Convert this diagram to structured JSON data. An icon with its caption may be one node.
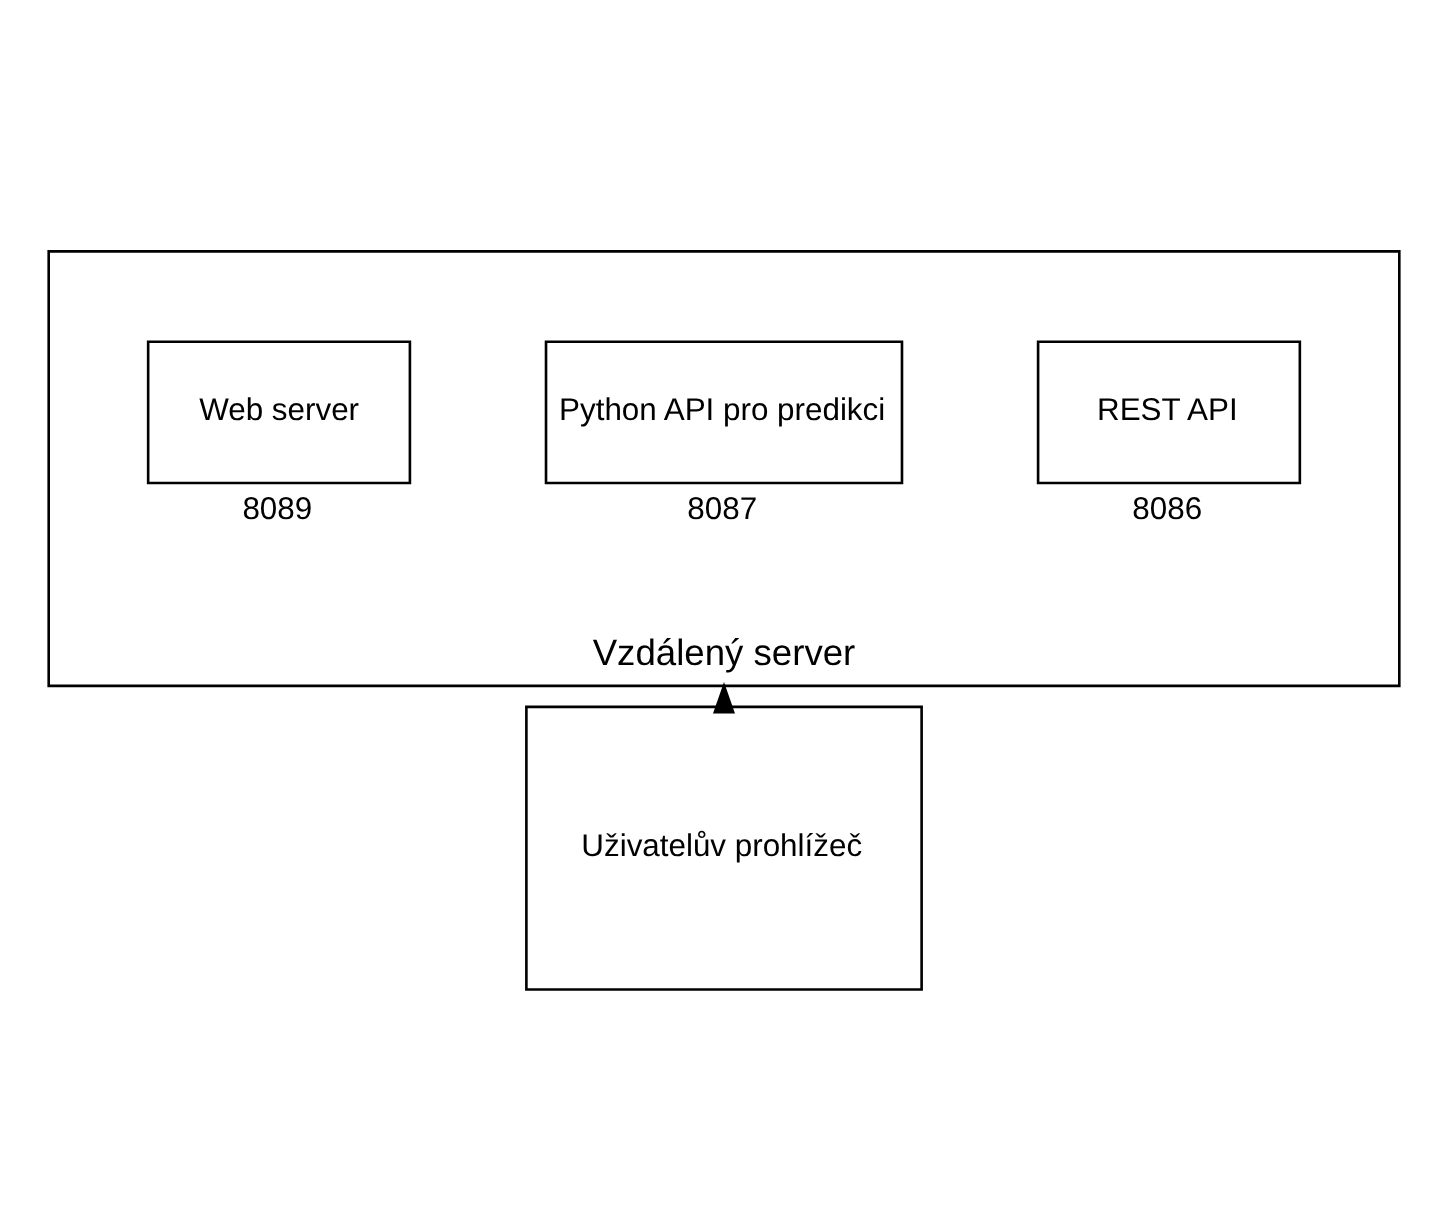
{
  "diagram": {
    "nodes": [
      {
        "text": [
          "Vzdálený server"
        ]
      },
      {
        "text": [
          "REST API"
        ],
        "beside": [
          "8086"
        ],
        "in": 0
      },
      {
        "text": [
          "Python API pro predikci"
        ],
        "beside": [
          "8087"
        ],
        "in": 0
      },
      {
        "text": [
          "Web server"
        ],
        "beside": [
          "8089"
        ],
        "in": 0
      },
      {
        "text": [
          "Uživatelův prohlížeč"
        ]
      }
    ],
    "edges": [
      {
        "from": 4,
        "to": 0,
        "arrow": "to"
      }
    ]
  }
}
